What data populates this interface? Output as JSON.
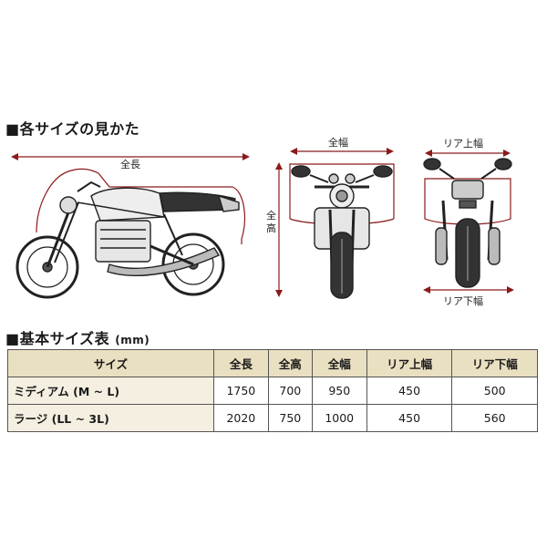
{
  "section1": {
    "title": "■各サイズの見かた"
  },
  "section2": {
    "title": "■基本サイズ表",
    "unit": "(mm)"
  },
  "diagram": {
    "label_length": "全長",
    "label_width": "全幅",
    "label_height": "全高",
    "label_rear_top": "リア上幅",
    "label_rear_bottom": "リア下幅"
  },
  "colors": {
    "dimension": "#8b1a1a",
    "header_bg": "#e9dfc1",
    "row_head_bg": "#f4efe0"
  },
  "table": {
    "headers": [
      "サイズ",
      "全長",
      "全高",
      "全幅",
      "リア上幅",
      "リア下幅"
    ],
    "rows": [
      {
        "name": "ミディアム (M ~ L)",
        "values": [
          "1750",
          "700",
          "950",
          "450",
          "500"
        ]
      },
      {
        "name": "ラージ (LL ~ 3L)",
        "values": [
          "2020",
          "750",
          "1000",
          "450",
          "560"
        ]
      }
    ]
  }
}
